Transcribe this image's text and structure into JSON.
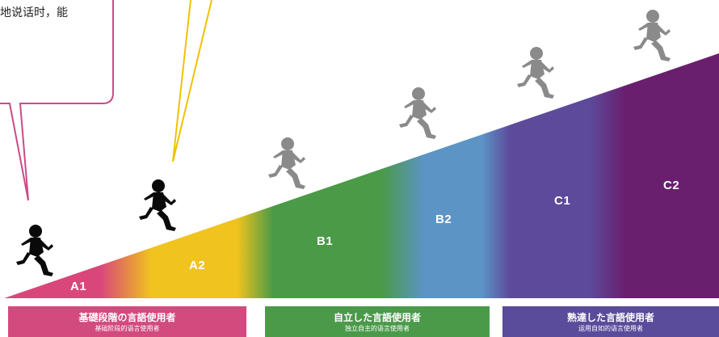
{
  "speech_bubble": {
    "text": "地说话时，能"
  },
  "levels": [
    {
      "code": "A1",
      "color": "#d9477a"
    },
    {
      "code": "A2",
      "color": "#f0c31e"
    },
    {
      "code": "B1",
      "color": "#4a9a47"
    },
    {
      "code": "B2",
      "color": "#5c94c6"
    },
    {
      "code": "C1",
      "color": "#5d4a9a"
    },
    {
      "code": "C2",
      "color": "#6a1f6e"
    }
  ],
  "bands": [
    {
      "title": "基礎段階の言語使用者",
      "subtitle": "基础阶段的语言使用者",
      "color": "#d34a7f"
    },
    {
      "title": "自立した言語使用者",
      "subtitle": "独立自主的语言使用者",
      "color": "#4b9a4a"
    },
    {
      "title": "熟達した言語使用者",
      "subtitle": "运用自如的语言使用者",
      "color": "#5a4b9b"
    }
  ],
  "colors": {
    "bubble_pink": "#cc4a86",
    "bubble_yellow": "#f2c200",
    "runner_black": "#0a0a0a",
    "runner_gray": "#8a8a8a"
  }
}
